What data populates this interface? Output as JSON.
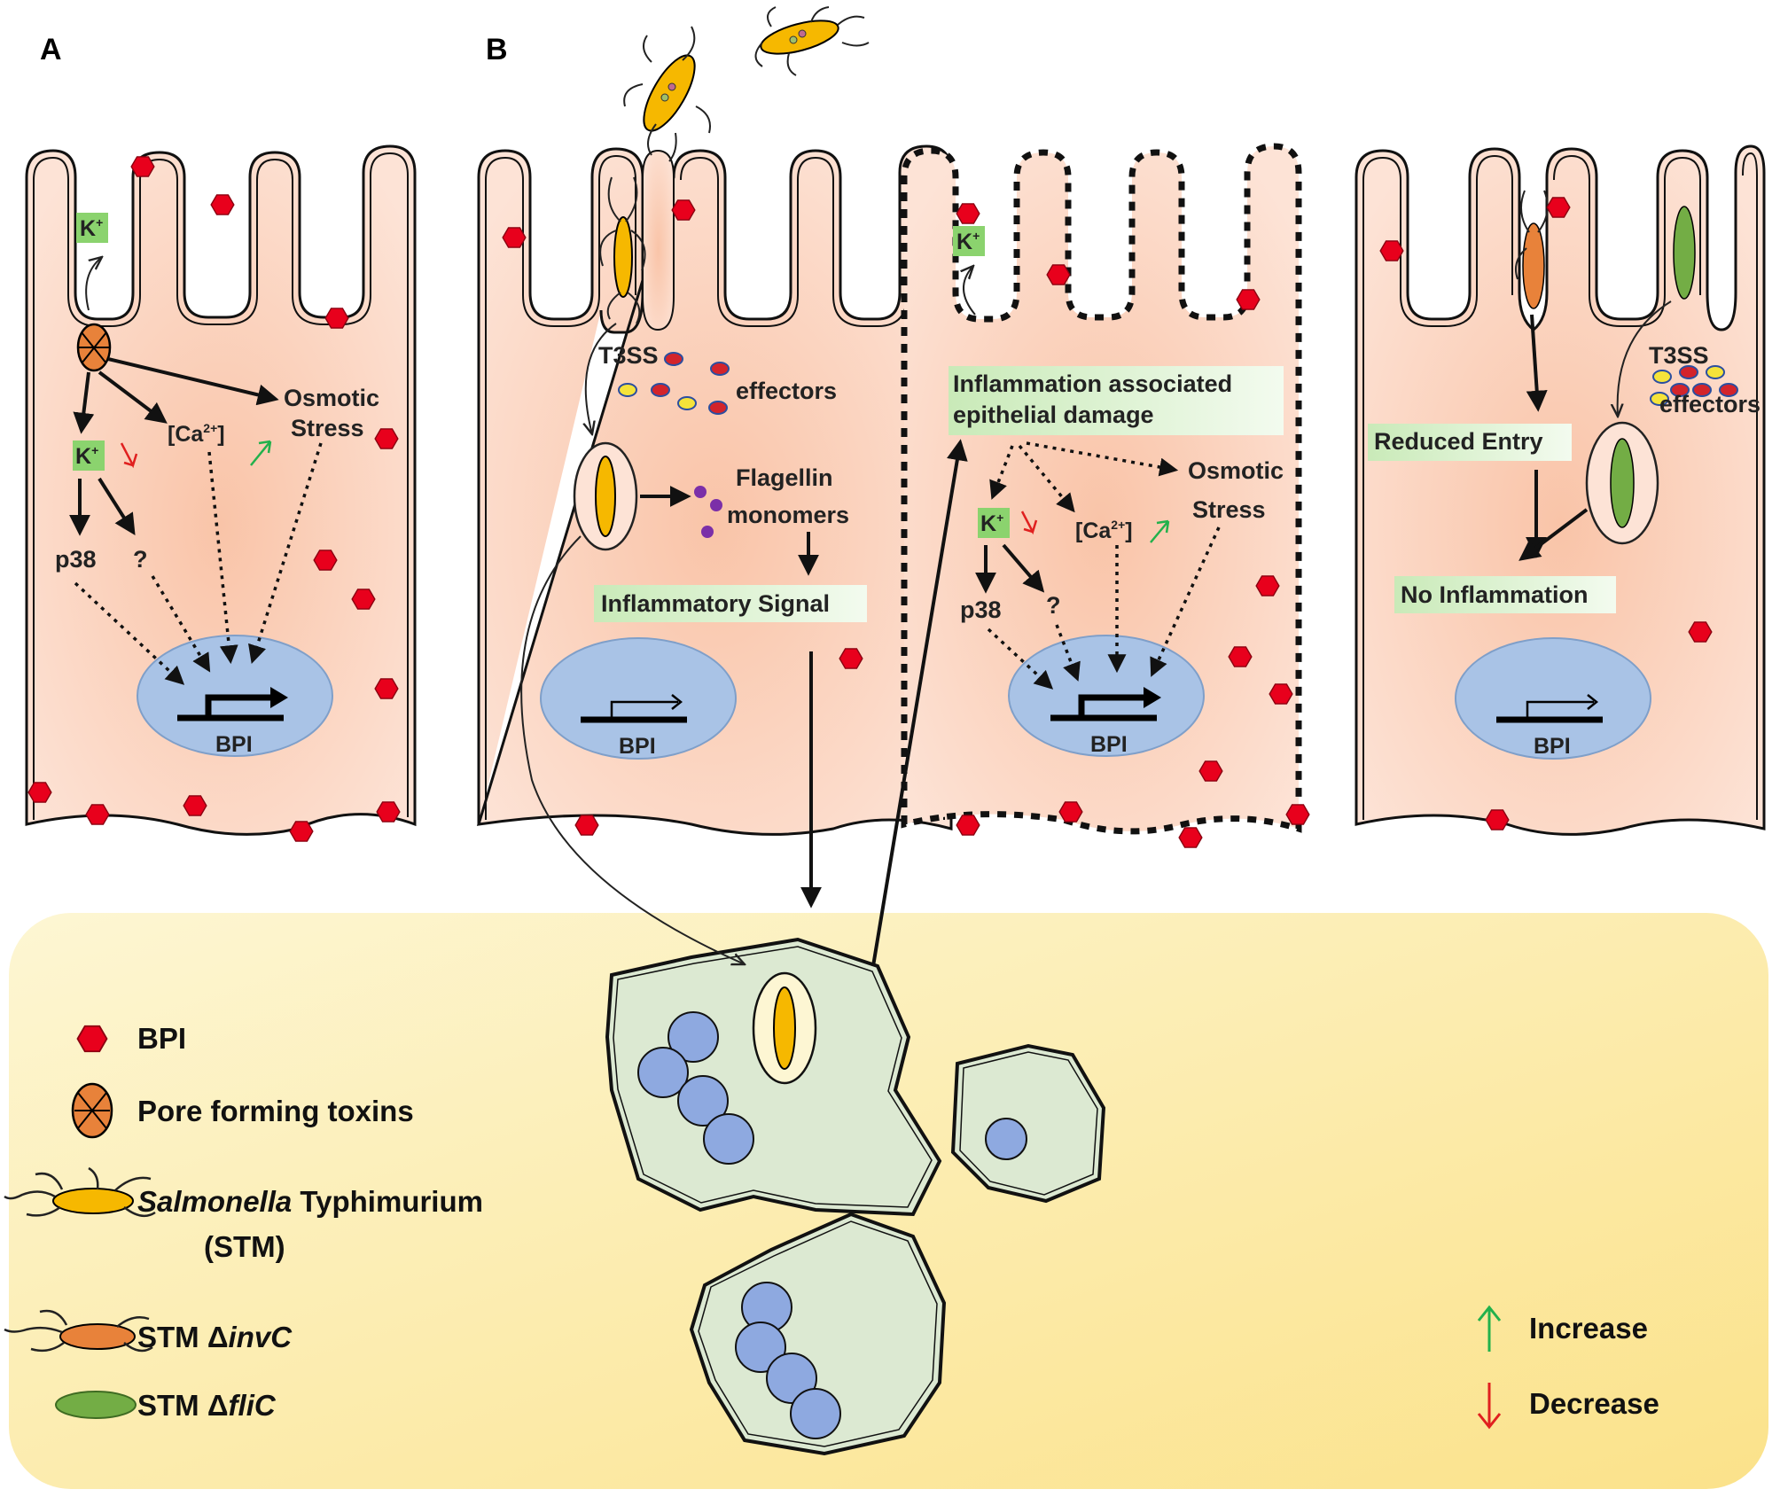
{
  "panels": {
    "a": "A",
    "b": "B"
  },
  "colors": {
    "cell_fill": "#fbd2bd",
    "nucleus": "#a9c3e6",
    "bpi_hex": "#e8001c",
    "salmonella": "#f6b800",
    "invC": "#e8823a",
    "fliC": "#73ad45",
    "tissue": "#fbefb4",
    "macrophage": "#dce9d2",
    "label_box": "#d8efcc",
    "increase": "#22b14c",
    "decrease": "#e0201f"
  },
  "cell1": {
    "k_top": "K",
    "k_sup": "+",
    "k_mid": "K",
    "k_mid_sup": "+",
    "ca": "[Ca",
    "ca_sup": "2+",
    "ca_close": "]",
    "osmotic": "Osmotic",
    "stress": "Stress",
    "p38": "p38",
    "question": "?",
    "bpi": "BPI"
  },
  "cell2": {
    "t3ss": "T3SS",
    "effectors": "effectors",
    "flagellin": "Flagellin",
    "monomers": "monomers",
    "inflam_signal": "Inflammatory Signal",
    "bpi": "BPI"
  },
  "cell3": {
    "k_top": "K",
    "k_sup": "+",
    "damage1": "Inflammation associated",
    "damage2": "epithelial damage",
    "k_mid": "K",
    "k_mid_sup": "+",
    "ca": "[Ca",
    "ca_sup": "2+",
    "ca_close": "]",
    "osmotic": "Osmotic",
    "stress": "Stress",
    "p38": "p38",
    "question": "?",
    "bpi": "BPI"
  },
  "cell4": {
    "t3ss": "T3SS",
    "effectors": "effectors",
    "reduced_entry": "Reduced Entry",
    "no_inflam": "No Inflammation",
    "bpi": "BPI"
  },
  "legend": {
    "bpi": "BPI",
    "toxins": "Pore forming toxins",
    "stm_italic": "Salmonella",
    "stm_rest": " Typhimurium",
    "stm_abbr": "(STM)",
    "invc_prefix": "STM Δ",
    "invc_gene": "invC",
    "flic_prefix": "STM Δ",
    "flic_gene": "fliC",
    "increase": "Increase",
    "decrease": "Decrease"
  }
}
